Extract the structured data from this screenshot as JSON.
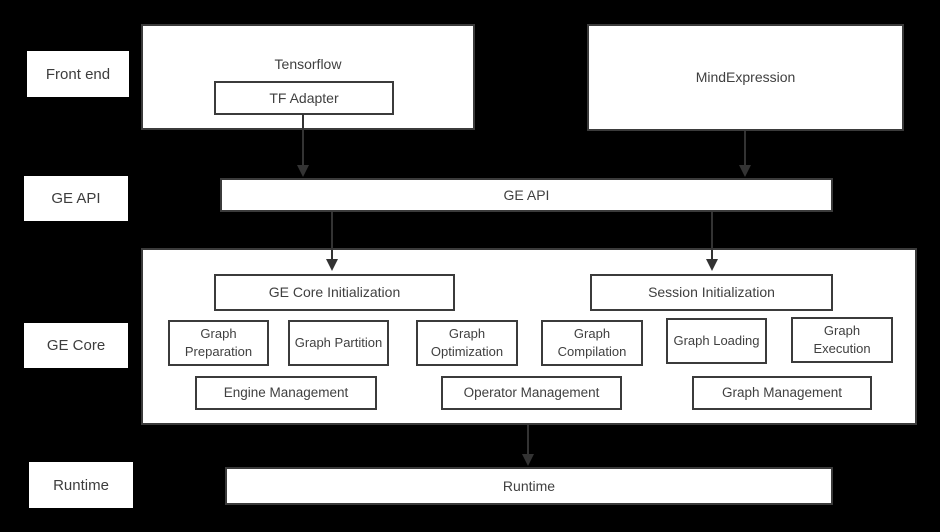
{
  "colors": {
    "background": "#000000",
    "box_fill": "#ffffff",
    "box_border": "#3b3b3b",
    "text": "#404040",
    "arrow": "#333333"
  },
  "side_labels": [
    "Front end",
    "GE API",
    "GE Core",
    "Runtime"
  ],
  "front_end": {
    "tensorflow": {
      "title": "Tensorflow",
      "adapter": "TF Adapter"
    },
    "mindexpression": {
      "title": "MindExpression"
    }
  },
  "ge_api": {
    "label": "GE API"
  },
  "ge_core": {
    "init_boxes": [
      "GE Core Initialization",
      "Session Initialization"
    ],
    "stages": [
      "Graph Preparation",
      "Graph Partition",
      "Graph Optimization",
      "Graph Compilation",
      "Graph Loading",
      "Graph Execution"
    ],
    "managers": [
      "Engine Management",
      "Operator Management",
      "Graph Management"
    ]
  },
  "runtime": {
    "label": "Runtime"
  }
}
